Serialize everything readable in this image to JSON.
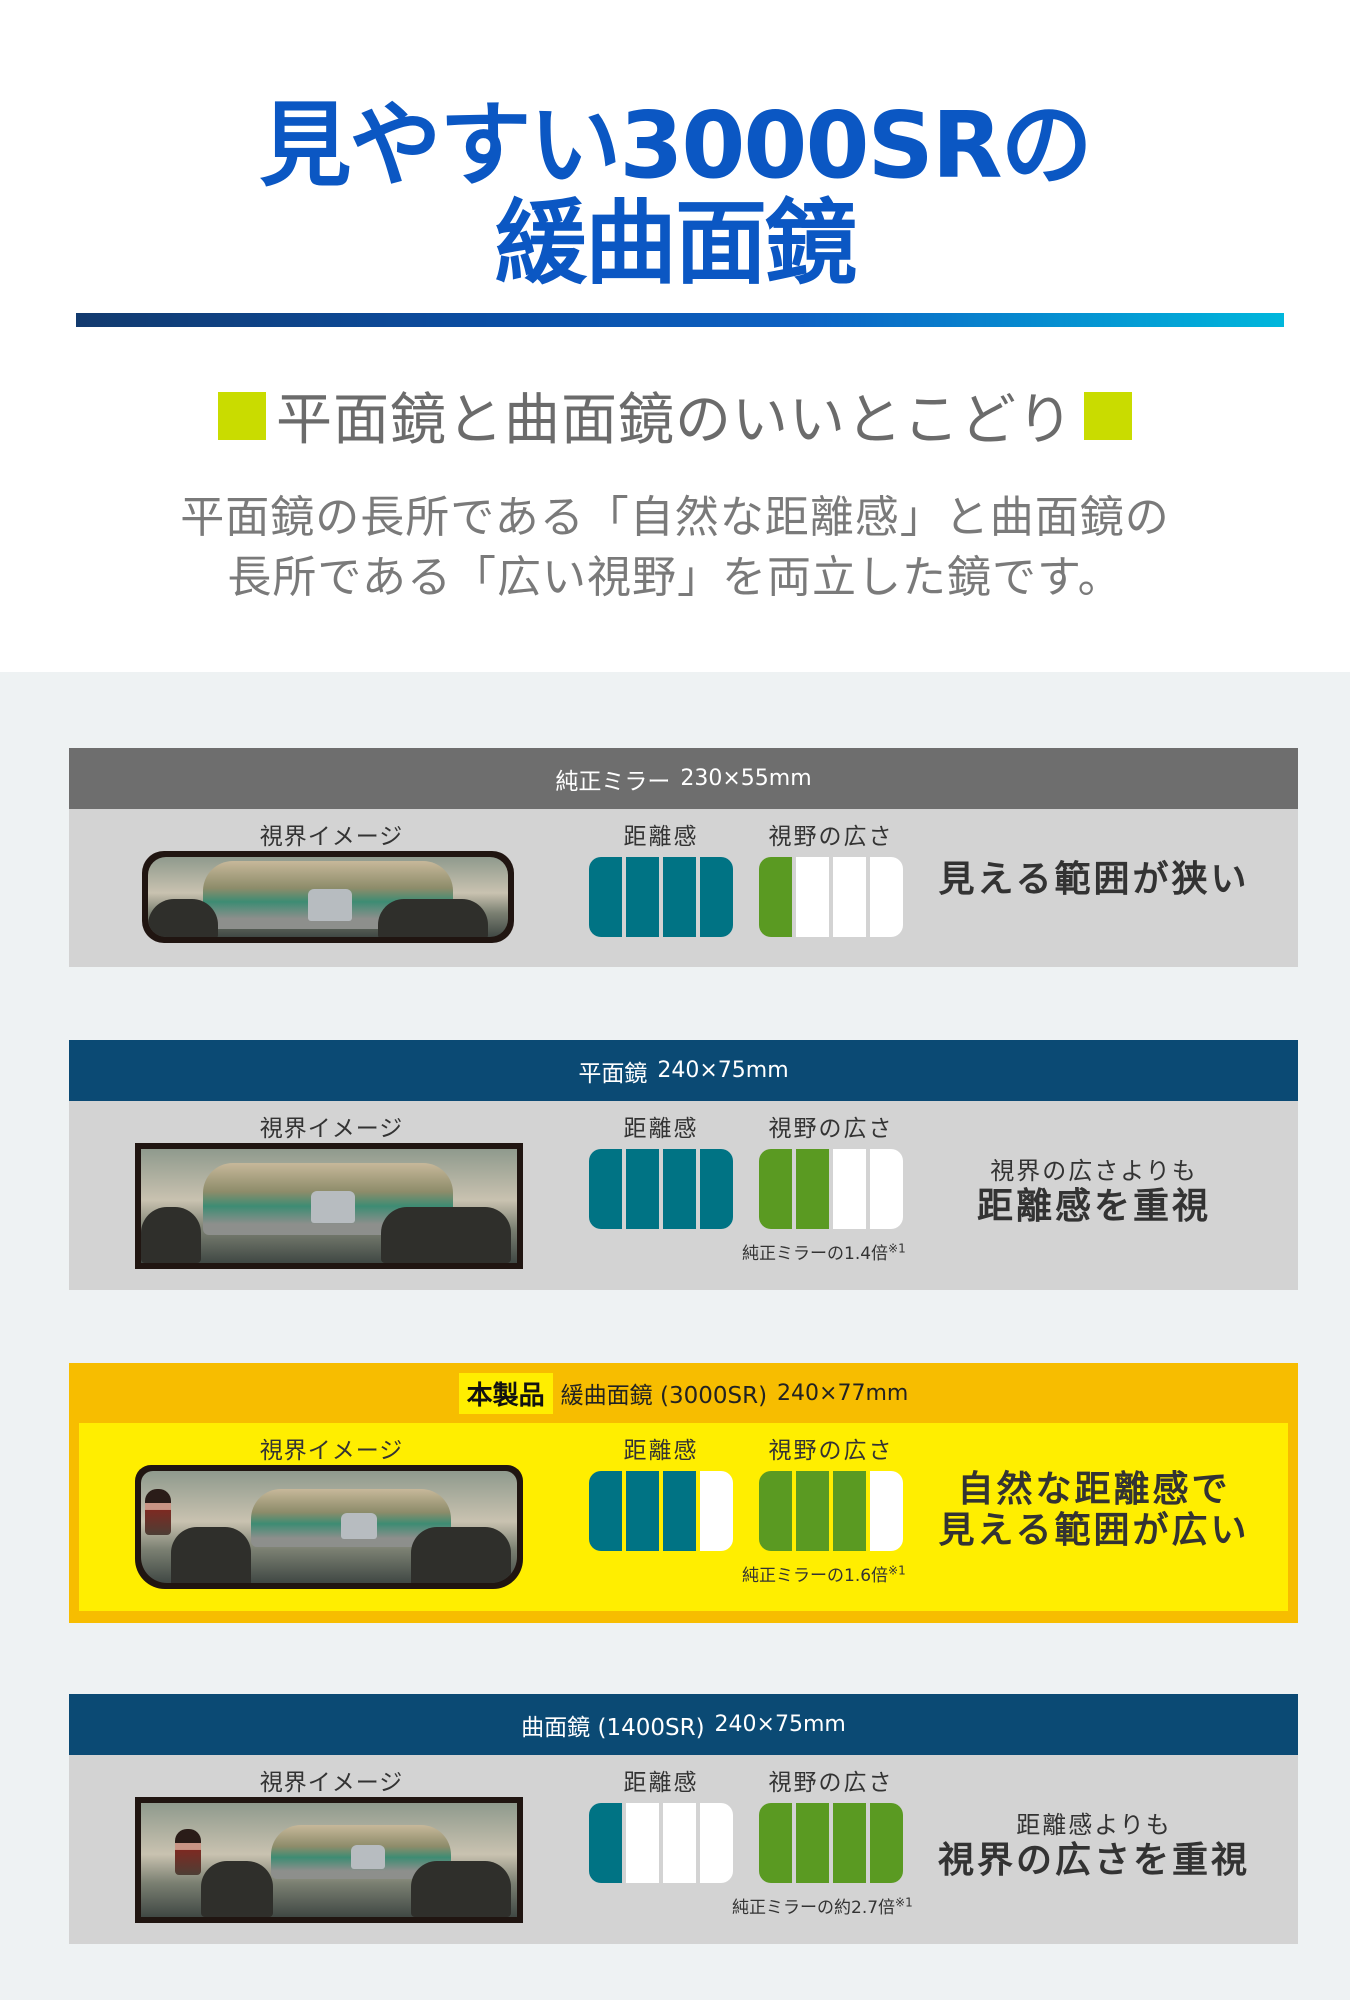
{
  "hero": {
    "title_line1": "見やすい3000SRの",
    "title_line2": "緩曲面鏡",
    "title_color": "#0b57c3",
    "subtitle": "平面鏡と曲面鏡のいいとこどり",
    "subtitle_marker_color": "#c9dc00",
    "description_line1": "平面鏡の長所である「自然な距離感」と曲面鏡の",
    "description_line2": "長所である「広い視野」を両立した鏡です。"
  },
  "labels": {
    "image": "視界イメージ",
    "distance": "距離感",
    "field": "視野の広さ"
  },
  "cards": [
    {
      "name": "純正ミラー",
      "spec": "230×55mm",
      "header_color": "#6e6e6e",
      "distance_level": 4,
      "field_level": 1,
      "note": "",
      "verdict_small": "",
      "verdict_big": "見える範囲が狭い"
    },
    {
      "name": "平面鏡",
      "spec": "240×75mm",
      "header_color": "#0b4a74",
      "distance_level": 4,
      "field_level": 2,
      "note": "純正ミラーの1.4倍",
      "note_mark": "※1",
      "verdict_small": "視界の広さよりも",
      "verdict_big": "距離感を重視"
    },
    {
      "badge": "本製品",
      "name": "緩曲面鏡 (3000SR)",
      "spec": "240×77mm",
      "header_color": "#f7bd00",
      "distance_level": 3,
      "field_level": 3,
      "note": "純正ミラーの1.6倍",
      "note_mark": "※1",
      "verdict_line1": "自然な距離感で",
      "verdict_line2": "見える範囲が広い"
    },
    {
      "name": "曲面鏡 (1400SR)",
      "spec": "240×75mm",
      "header_color": "#0b4a74",
      "distance_level": 1,
      "field_level": 4,
      "note": "純正ミラーの約2.7倍",
      "note_mark": "※1",
      "verdict_small": "距離感よりも",
      "verdict_big": "視界の広さを重視"
    }
  ],
  "colors": {
    "distance_bar": "#007384",
    "field_bar": "#5a9a22",
    "empty_bar": "#ffffff",
    "card_body": "#d3d3d3",
    "highlight_body": "#ffee00"
  }
}
